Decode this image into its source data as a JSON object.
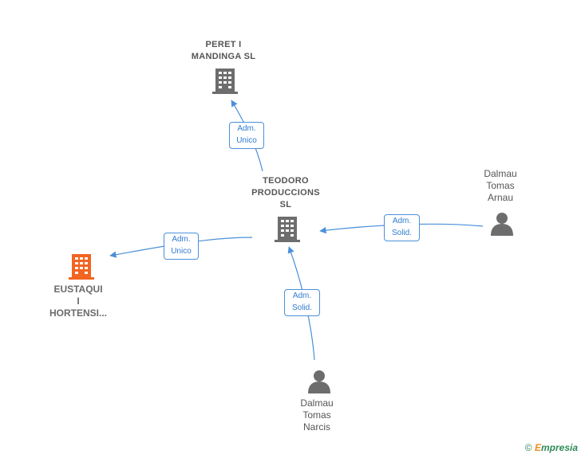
{
  "nodes": {
    "peret": {
      "label": "PERET I\nMANDINGA  SL",
      "type": "company"
    },
    "teodoro": {
      "label": "TEODORO\nPRODUCCIONS\nSL",
      "type": "company"
    },
    "eustaqui": {
      "label": "EUSTAQUI\nI\nHORTENSI...",
      "type": "company-highlight"
    },
    "arnau": {
      "label": "Dalmau\nTomas\nArnau",
      "type": "person"
    },
    "narcis": {
      "label": "Dalmau\nTomas\nNarcis",
      "type": "person"
    }
  },
  "edges": {
    "teodoro_peret": {
      "label": "Adm.\nUnico"
    },
    "teodoro_eustaqui": {
      "label": "Adm.\nUnico"
    },
    "arnau_teodoro": {
      "label": "Adm.\nSolid."
    },
    "narcis_teodoro": {
      "label": "Adm.\nSolid."
    }
  },
  "colors": {
    "edge": "#4a90d9",
    "company_icon": "#6d6d6d",
    "highlight_icon": "#f26522",
    "person_icon": "#6d6d6d"
  },
  "footer": {
    "copyright": "©",
    "brand_initial": "E",
    "brand_rest": "mpresia"
  }
}
